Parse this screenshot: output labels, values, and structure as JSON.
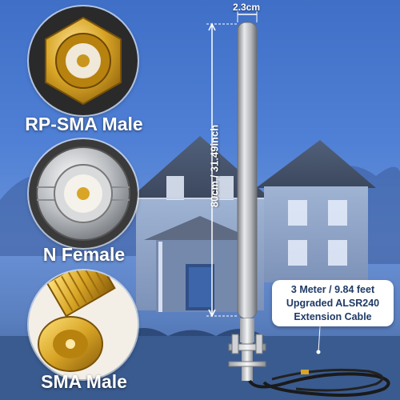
{
  "connectors": [
    {
      "label": "RP-SMA Male",
      "icon": "rp-sma-male-connector-icon"
    },
    {
      "label": "N Female",
      "icon": "n-female-connector-icon"
    },
    {
      "label": "SMA Male",
      "icon": "sma-male-connector-icon"
    }
  ],
  "antenna": {
    "diameter_label": "2.3cm",
    "length_label": "80cm / 31.49inch"
  },
  "cable": {
    "line1": "3 Meter / 9.84 feet",
    "line2": "Upgraded ALSR240",
    "line3": "Extension Cable"
  },
  "colors": {
    "sky": "#4f80d6",
    "gold": "#d8a526",
    "antenna": "#b9bcc0",
    "label_text": "#1e3a66"
  }
}
